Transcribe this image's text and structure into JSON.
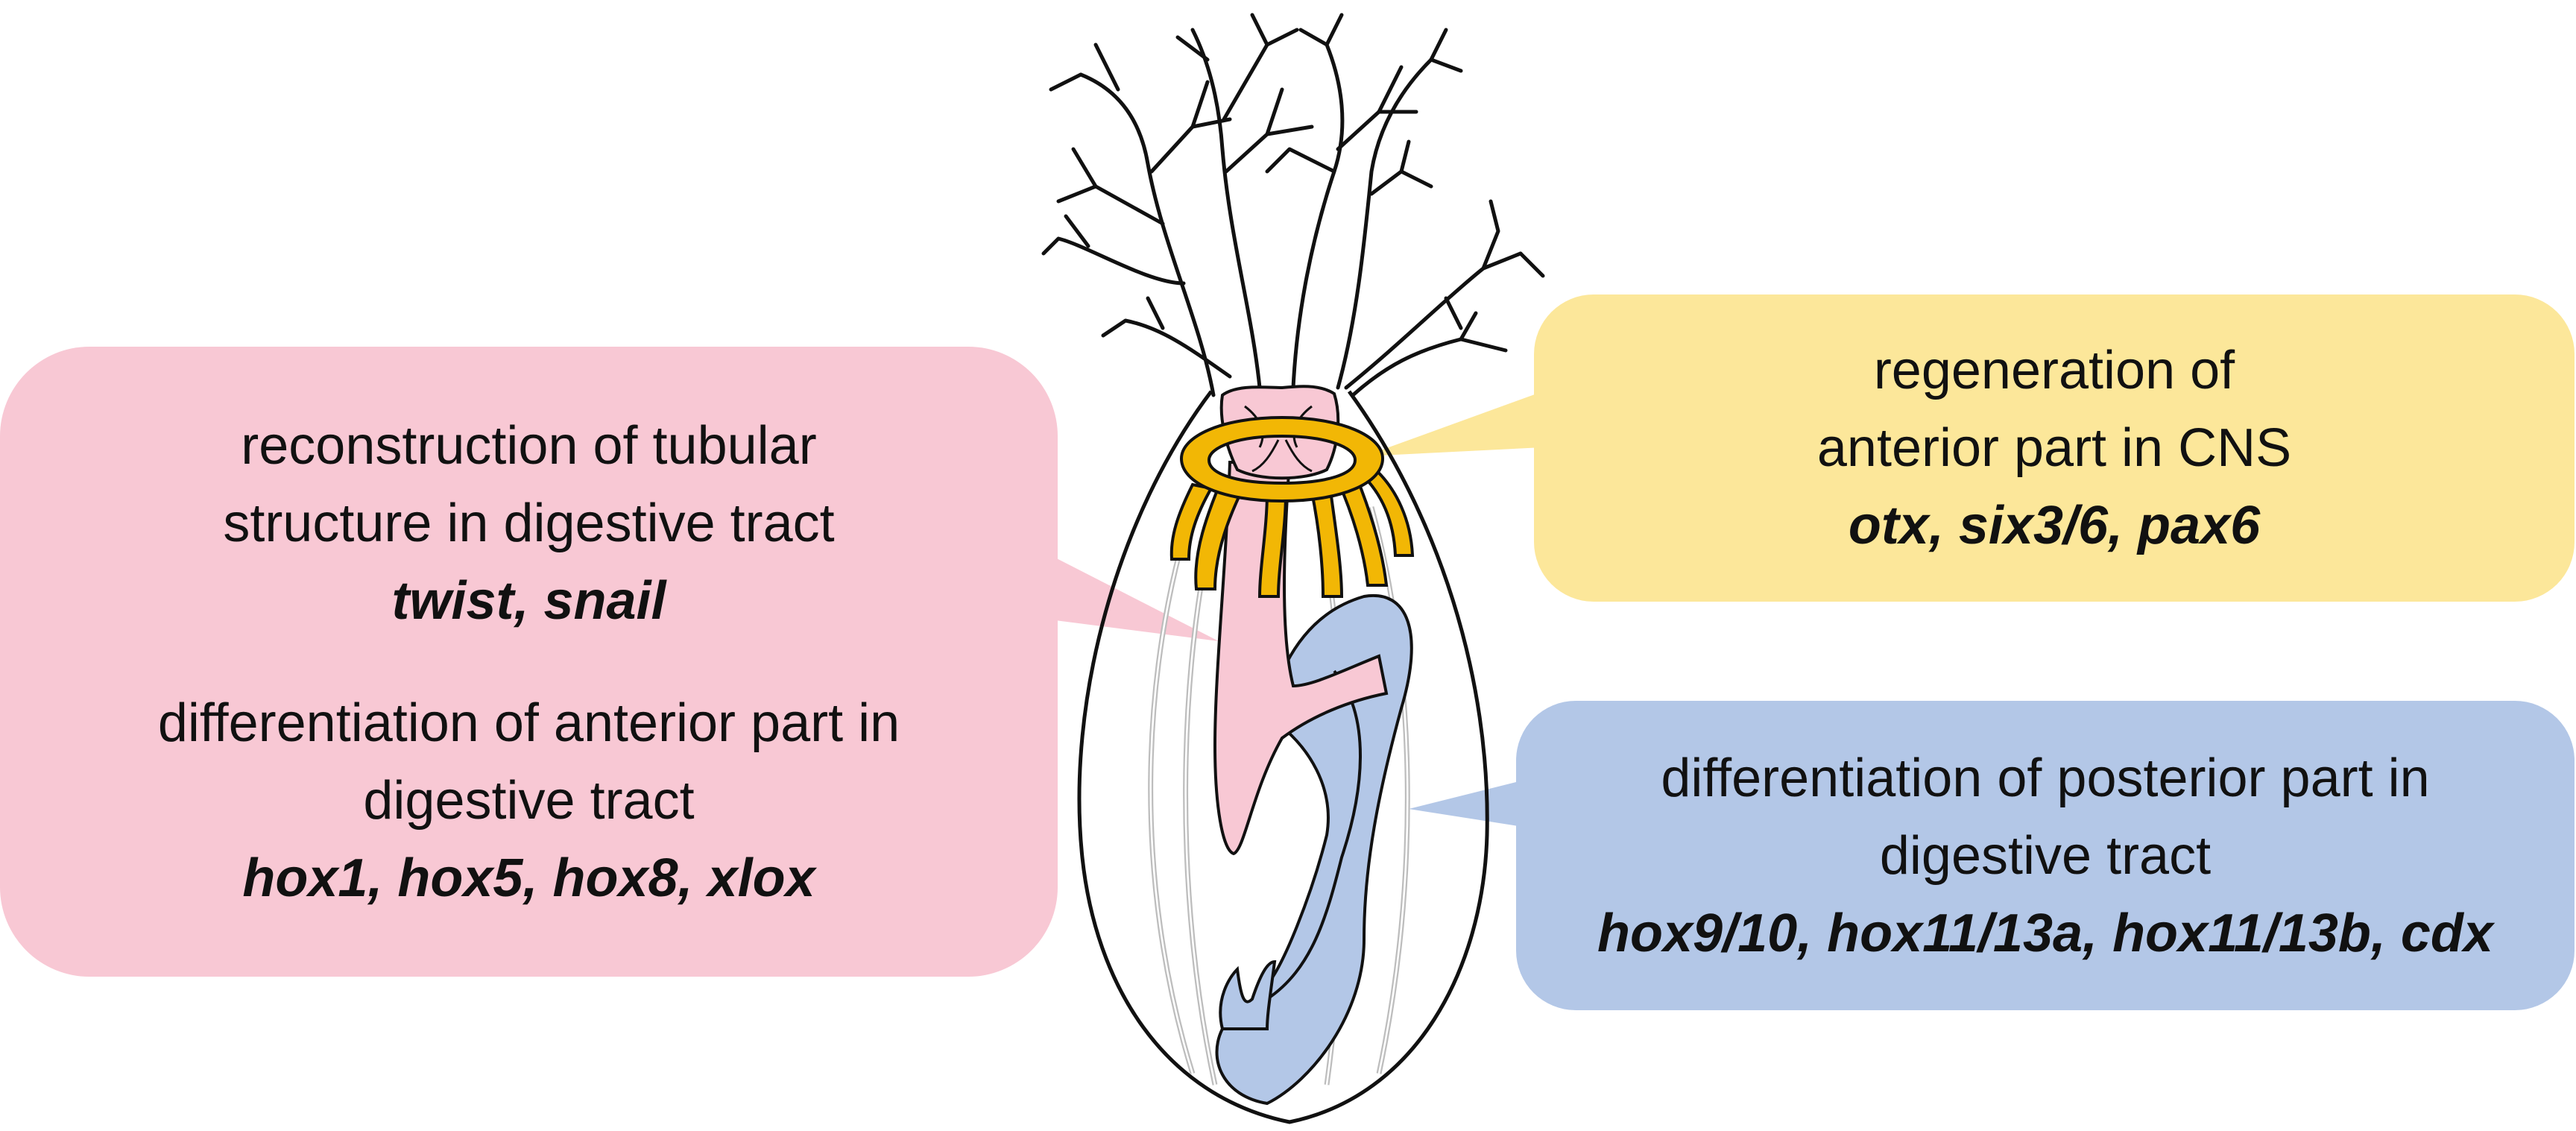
{
  "callouts": {
    "digestive_anterior": {
      "color": "#F8C8D4",
      "reconstruction": {
        "lines": [
          "reconstruction of tubular",
          "structure in digestive tract"
        ],
        "genes": "twist, snail"
      },
      "differentiation": {
        "lines": [
          "differentiation of anterior part in",
          "digestive tract"
        ],
        "genes": "hox1, hox5, hox8, xlox"
      }
    },
    "cns": {
      "color": "#FCE79A",
      "lines": [
        "regeneration of",
        "anterior part in CNS"
      ],
      "genes": "otx, six3/6, pax6"
    },
    "digestive_posterior": {
      "color": "#B3C7E7",
      "lines": [
        "differentiation of posterior part in",
        "digestive tract"
      ],
      "genes": "hox9/10, hox11/13a, hox11/13b, cdx"
    }
  },
  "organism": {
    "nerve_ring_color": "#F2B705",
    "anterior_gut_color": "#F8C8D4",
    "posterior_gut_color": "#B3C7E7",
    "outline_color": "#111111",
    "radial_nerve_color": "#BDBDBD"
  }
}
